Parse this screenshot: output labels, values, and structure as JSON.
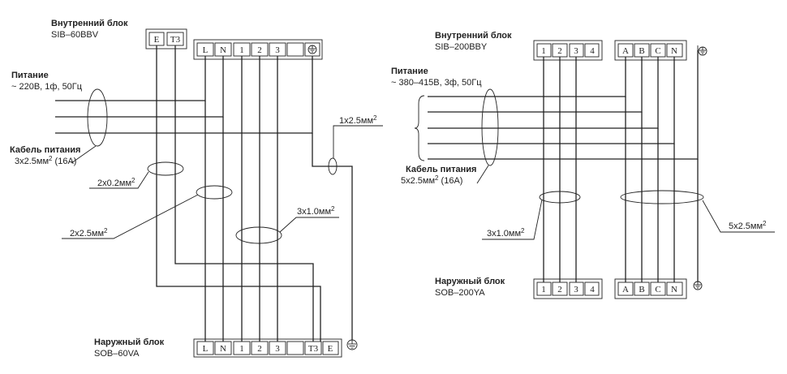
{
  "left": {
    "indoor_title": "Внутренний блок",
    "indoor_model": "SIB–60BBV",
    "power_title": "Питание",
    "power_spec": "~ 220В, 1ф, 50Гц",
    "cable_title": "Кабель питания",
    "cable_spec": "3x2.5мм",
    "cable_spec_sup": "2",
    "cable_spec_tail": " (16A)",
    "wire_a": "1x2.5мм",
    "wire_b": "2x0.2мм",
    "wire_c": "3x1.0мм",
    "wire_d": "2x2.5мм",
    "sup": "2",
    "outdoor_title": "Наружный блок",
    "outdoor_model": "SOB–60VA",
    "indoor_terms_a": [
      "E",
      "T3"
    ],
    "indoor_terms_b": [
      "L",
      "N",
      "1",
      "2",
      "3",
      ""
    ],
    "outdoor_terms": [
      "L",
      "N",
      "1",
      "2",
      "3",
      "",
      "T3",
      "E"
    ]
  },
  "right": {
    "indoor_title": "Внутренний блок",
    "indoor_model": "SIB–200BBY",
    "power_title": "Питание",
    "power_spec": "~ 380–415В, 3ф, 50Гц",
    "cable_title": "Кабель питания",
    "cable_spec": "5x2.5мм",
    "cable_spec_sup": "2",
    "cable_spec_tail": " (16A)",
    "wire_a": "3x1.0мм",
    "wire_b": "5x2.5мм",
    "sup": "2",
    "outdoor_title": "Наружный блок",
    "outdoor_model": "SOB–200YA",
    "terms_a": [
      "1",
      "2",
      "3",
      "4"
    ],
    "terms_b": [
      "A",
      "B",
      "C",
      "N"
    ]
  }
}
